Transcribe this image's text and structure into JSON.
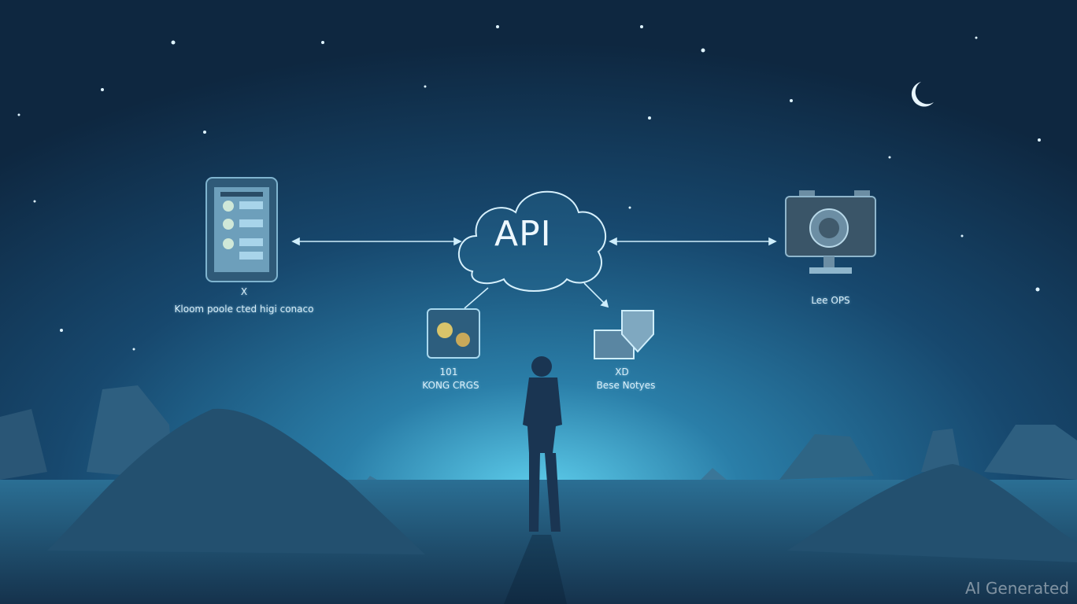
{
  "colors": {
    "sky_top": "#0f2a44",
    "sky_glow": "#4fc3e6",
    "ground": "#1b4a6a",
    "accent": "#cfeefc"
  },
  "center": {
    "label": "API",
    "icon": "cloud-icon"
  },
  "nodes": [
    {
      "icon": "tablet-app-icon",
      "title": "X",
      "caption": "Kloom poole cted higi conaco"
    },
    {
      "icon": "monitor-camera-icon",
      "title": "",
      "caption": "Lee OPS"
    },
    {
      "icon": "gear-box-icon",
      "title": "101",
      "caption": "KONG CRGS"
    },
    {
      "icon": "folder-shield-icon",
      "title": "XD",
      "caption": "Bese Notyes"
    }
  ],
  "watermark": "AI Generated"
}
